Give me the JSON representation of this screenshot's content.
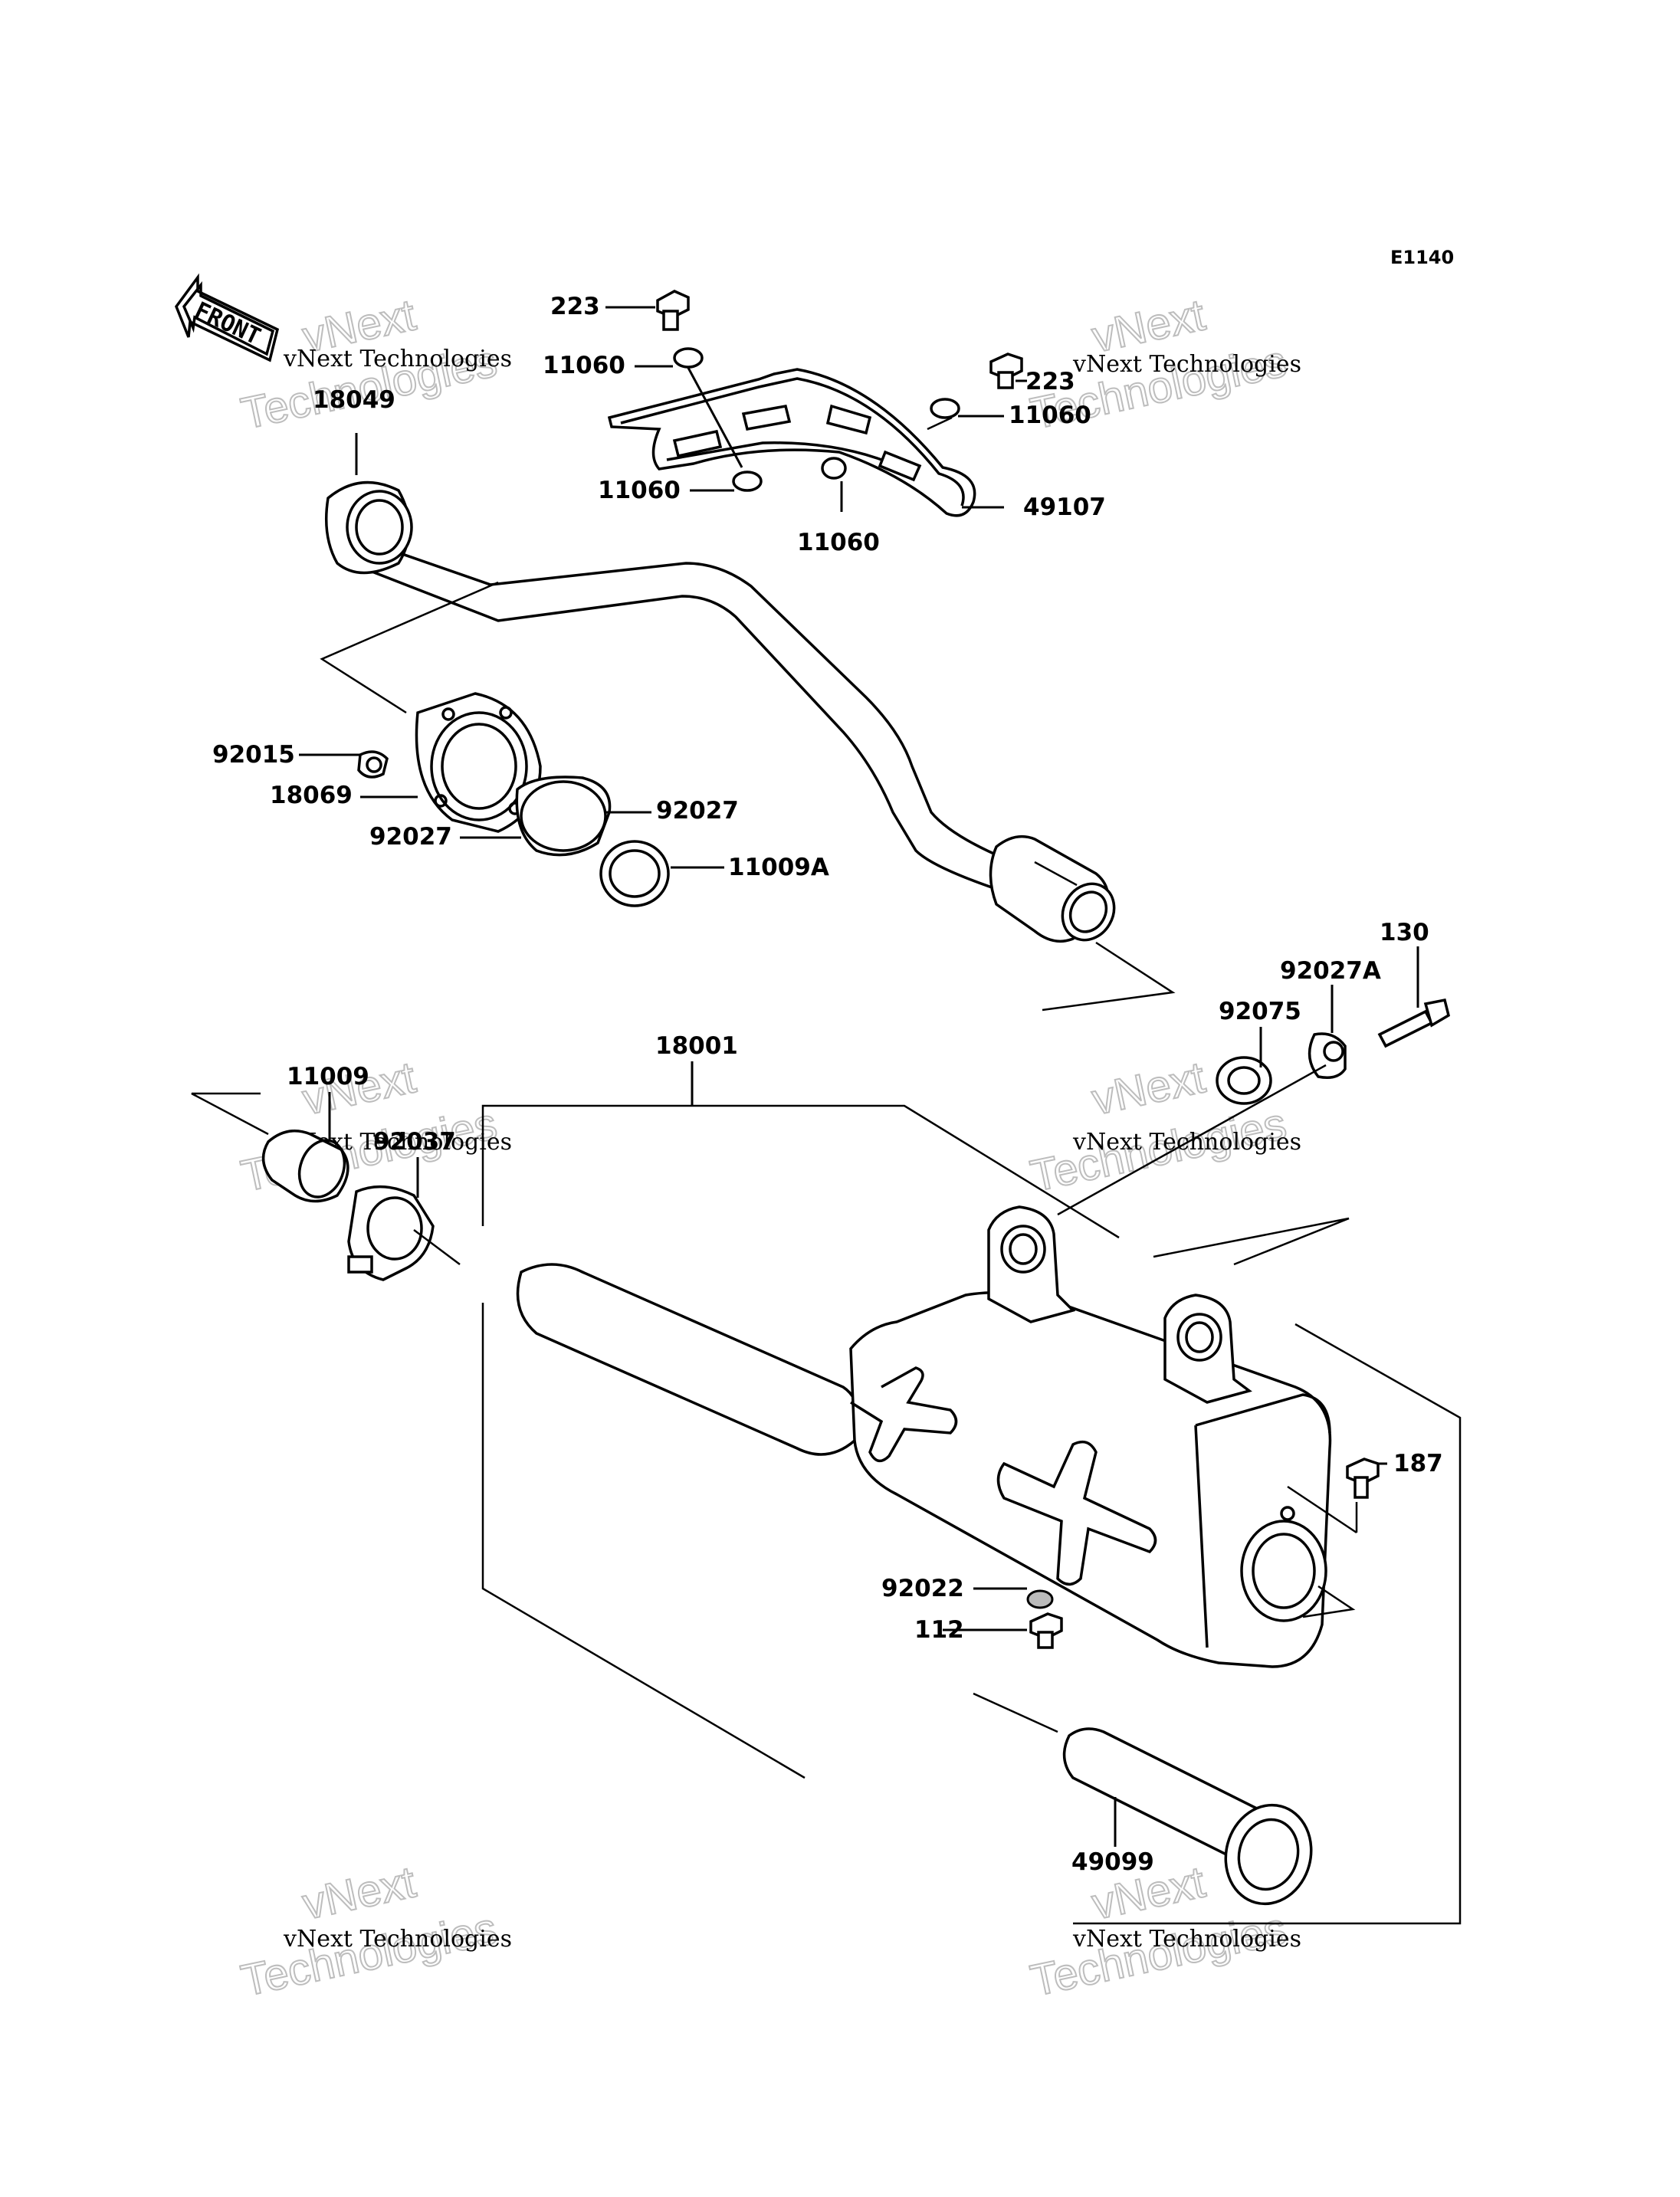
{
  "diagram_code": "E1140",
  "front_indicator": "FRONT",
  "watermark": {
    "company": "vNext Technologies",
    "word1": "vNext",
    "word2": "Technologies"
  },
  "parts": {
    "p223_a": "223",
    "p223_b": "223",
    "p11060_a": "11060",
    "p11060_b": "11060",
    "p11060_c": "11060",
    "p11060_d": "11060",
    "p49107": "49107",
    "p18049": "18049",
    "p92015": "92015",
    "p18069": "18069",
    "p92027_a": "92027",
    "p92027_b": "92027",
    "p11009A": "11009A",
    "p130": "130",
    "p92027A": "92027A",
    "p92075": "92075",
    "p18001": "18001",
    "p11009": "11009",
    "p92037": "92037",
    "p187": "187",
    "p92022": "92022",
    "p112": "112",
    "p49099": "49099"
  }
}
